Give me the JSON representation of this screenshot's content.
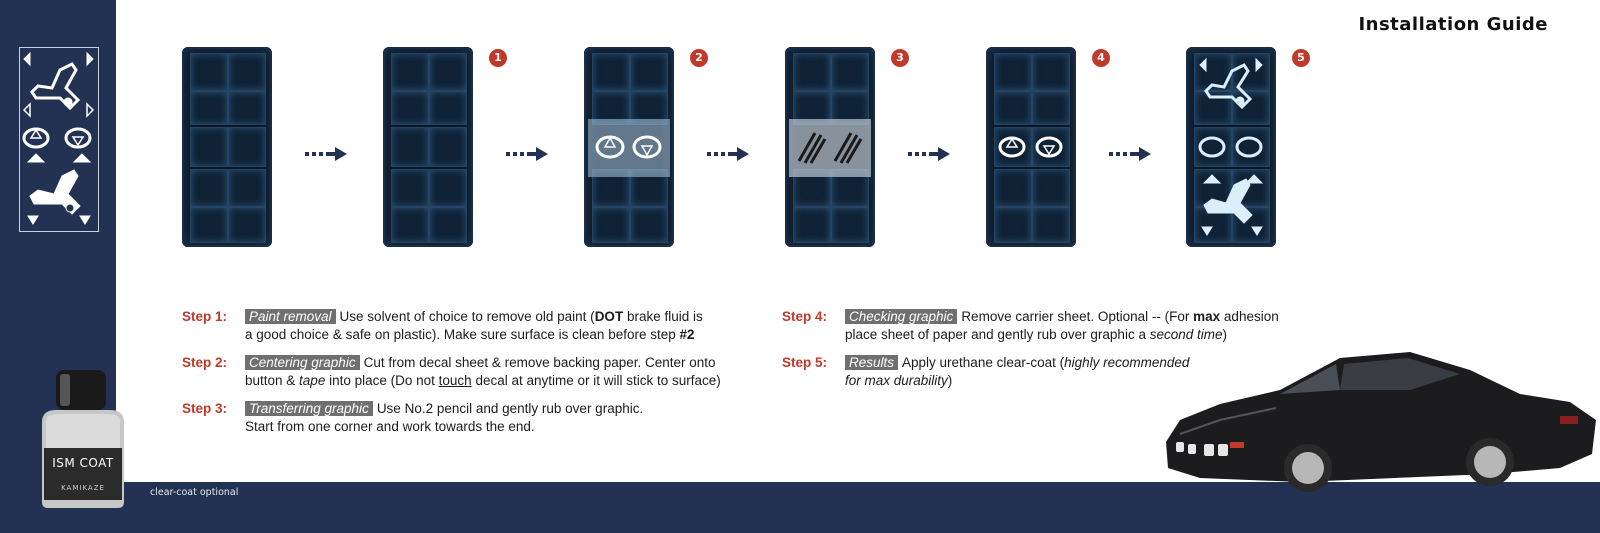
{
  "header": {
    "title": "Installation Guide"
  },
  "badges": [
    "1",
    "2",
    "3",
    "4",
    "5"
  ],
  "steps_left": [
    {
      "label": "Step 1:",
      "tag": "Paint removal",
      "line1_a": "Use solvent of choice to remove old paint (",
      "line1_bold": "DOT",
      "line1_b": " brake fluid is",
      "line2_a": "a good choice & safe on plastic).  Make sure surface is clean before step ",
      "line2_bold": "#2"
    },
    {
      "label": "Step 2:",
      "tag": "Centering graphic",
      "line1": "Cut from decal sheet & remove backing paper.  Center onto",
      "line2_a": "button & ",
      "line2_italic": "tape",
      "line2_b": " into place (Do not ",
      "line2_underline": "touch",
      "line2_c": " decal at anytime or it will stick to surface)"
    },
    {
      "label": "Step 3:",
      "tag": "Transferring graphic",
      "line1": "Use No.2 pencil and gently rub over graphic.",
      "line2": "Start from one corner and work towards the end."
    }
  ],
  "steps_right": [
    {
      "label": "Step 4:",
      "tag": "Checking graphic",
      "line1_a": "Remove carrier sheet.  Optional -- (For ",
      "line1_bold": "max",
      "line1_b": " adhesion",
      "line2_a": "place sheet of paper and gently rub over graphic a ",
      "line2_italic": "second time",
      "line2_b": ")"
    },
    {
      "label": "Step 5:",
      "tag": "Results",
      "line1_a": "Apply urethane clear-coat (",
      "line1_italic": "highly recommended",
      "line2_italic": "for max durability",
      "line2_b": ")"
    }
  ],
  "bottle": {
    "brand": "ISM COAT",
    "maker": "KAMIKAZE"
  },
  "footer": {
    "note": "clear-coat optional"
  },
  "colors": {
    "navy": "#233252",
    "accent_red": "#c0392b",
    "tag_gray": "#6f6f6f",
    "panel_glow": "#7fc4f0"
  }
}
